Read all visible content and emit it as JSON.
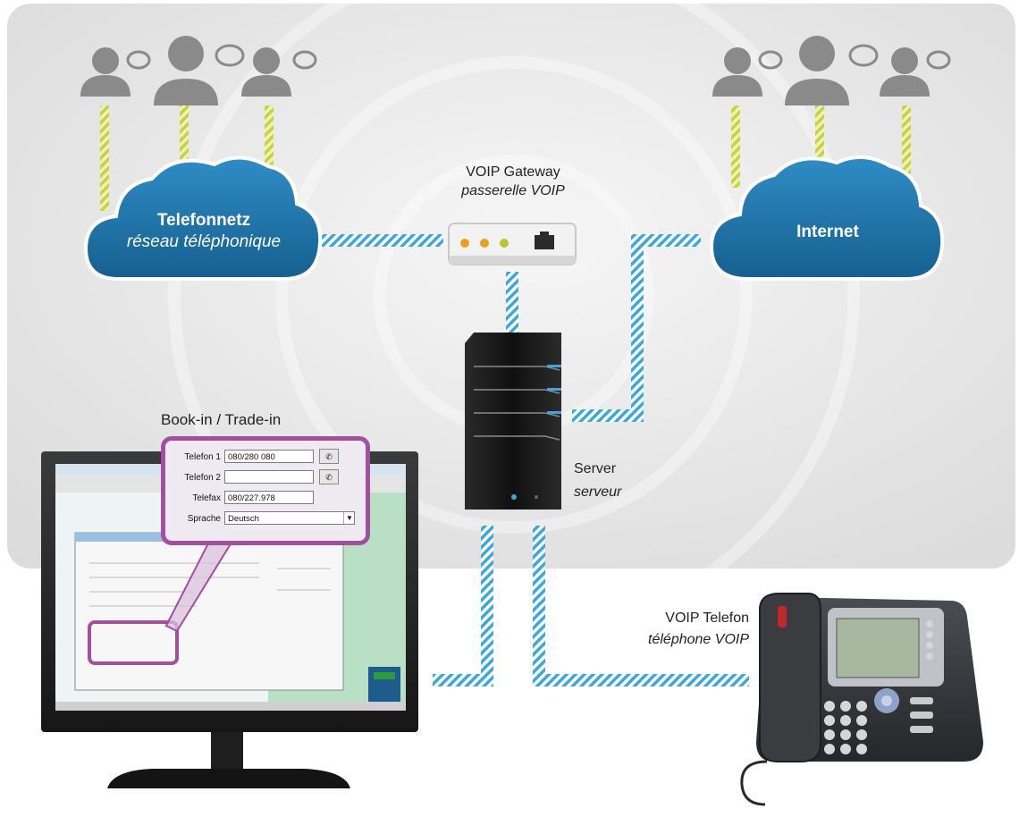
{
  "clouds": {
    "telephone_network": {
      "line1": "Telefonnetz",
      "line2": "réseau téléphonique"
    },
    "internet": {
      "label": "Internet"
    }
  },
  "gateway": {
    "line1": "VOIP Gateway",
    "line2": "passerelle VOIP"
  },
  "server": {
    "line1": "Server",
    "line2": "serveur"
  },
  "voip_phone": {
    "line1": "VOIP Telefon",
    "line2": "téléphone VOIP"
  },
  "software_callout": {
    "title": "Book-in / Trade-in",
    "fields": [
      {
        "label": "Telefon 1",
        "value": "080/280 080",
        "button": "✆"
      },
      {
        "label": "Telefon 2",
        "value": "",
        "button": "✆"
      },
      {
        "label": "Telefax",
        "value": "080/227.978"
      },
      {
        "label": "Sprache",
        "value": "Deutsch",
        "dropdown": "▼"
      }
    ]
  },
  "colors": {
    "cloud_blue": "#1b6fa6",
    "link_blue": "#3aa8d8",
    "user_link_yellow": "#d6dc4a",
    "callout_purple": "#a24f9e",
    "panel_grey": "#e6e6e6"
  },
  "icons": {
    "user_group_left": "users-with-speech-bubbles-icon",
    "user_group_right": "users-with-speech-bubbles-icon",
    "gateway_device": "router-icon",
    "server_tower": "server-icon",
    "desktop_monitor": "monitor-icon",
    "ip_phone": "desk-phone-icon"
  }
}
